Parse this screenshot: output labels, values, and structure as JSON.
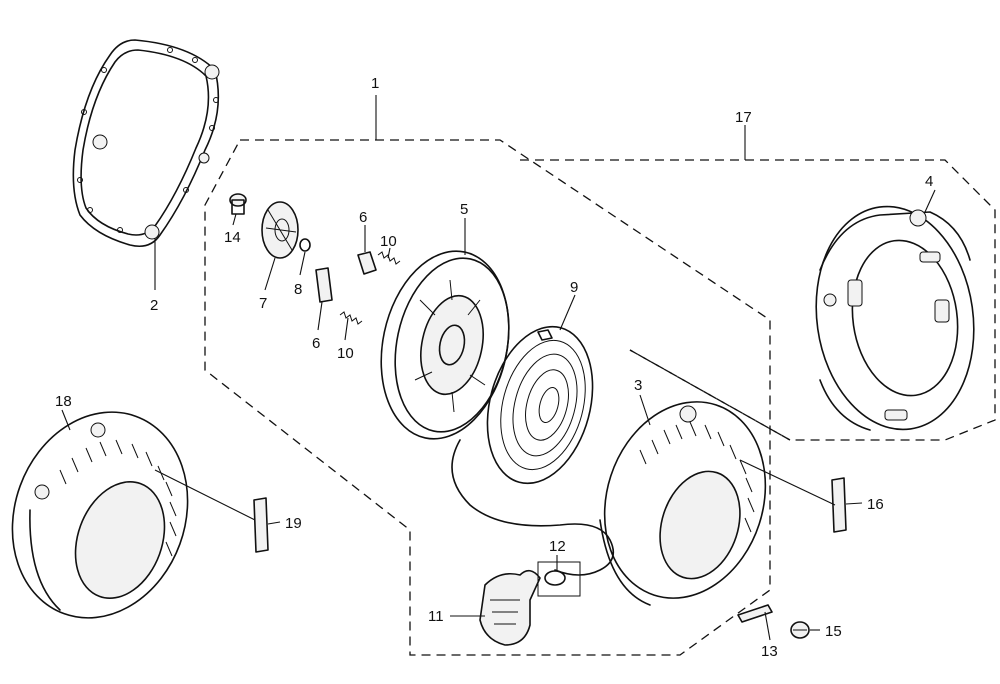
{
  "callouts": {
    "c1": "1",
    "c2": "2",
    "c3": "3",
    "c4": "4",
    "c5": "5",
    "c6a": "6",
    "c6b": "6",
    "c7": "7",
    "c8": "8",
    "c9": "9",
    "c10a": "10",
    "c10b": "10",
    "c11": "11",
    "c12": "12",
    "c13": "13",
    "c14": "14",
    "c15": "15",
    "c16": "16",
    "c17": "17",
    "c18": "18",
    "c19": "19"
  },
  "colors": {
    "line": "#111111",
    "background": "#ffffff"
  }
}
